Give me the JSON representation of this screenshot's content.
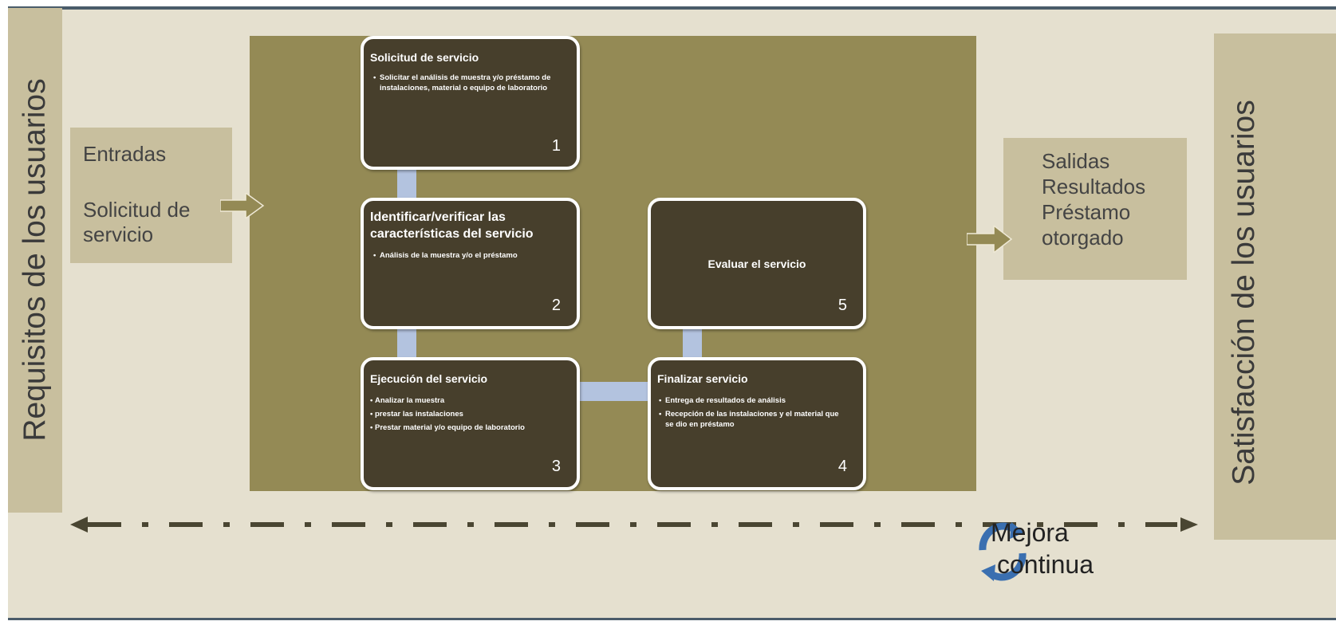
{
  "sides": {
    "left_label": "Requisitos de los usuarios",
    "right_label": "Satisfacción  de los usuarios"
  },
  "inputs": {
    "title": "Entradas",
    "line1": "Solicitud de",
    "line2": "servicio"
  },
  "outputs": {
    "line1": "Salidas",
    "line2": "Resultados",
    "line3": "Préstamo",
    "line4": "otorgado"
  },
  "steps": [
    {
      "title": "Solicitud de servicio",
      "bullets": [
        "Solicitar el análisis de muestra y/o préstamo de instalaciones, material o equipo de laboratorio"
      ],
      "number": "1"
    },
    {
      "title": "Identificar/verificar las características del servicio",
      "bullets": [
        "Análisis de la muestra y/o el préstamo"
      ],
      "number": "2"
    },
    {
      "title": "Ejecución del servicio",
      "bullets": [
        "Analizar la muestra",
        "prestar  las instalaciones",
        "Prestar material y/o equipo de laboratorio"
      ],
      "number": "3"
    },
    {
      "title": "Finalizar servicio",
      "bullets": [
        "Entrega de resultados de análisis",
        "Recepción de las instalaciones y el material que se dio en préstamo"
      ],
      "number": "4"
    },
    {
      "title": "Evaluar el servicio",
      "bullets": [],
      "number": "5"
    }
  ],
  "improvement": {
    "line1": "Mejora",
    "line2": "continua"
  },
  "colors": {
    "background": "#e5e0cf",
    "side_bars": "#c8bf9e",
    "panel": "#948a55",
    "step_box": "#473f2c",
    "connector": "#b3c3df",
    "arrow": "#948a55",
    "dash_arrow": "#4a4632",
    "cycle_icon": "#3a6fb0"
  },
  "icons": {
    "input_arrow": "right-arrow-icon",
    "output_arrow": "right-arrow-icon",
    "cycle": "cycle-arrows-icon"
  }
}
